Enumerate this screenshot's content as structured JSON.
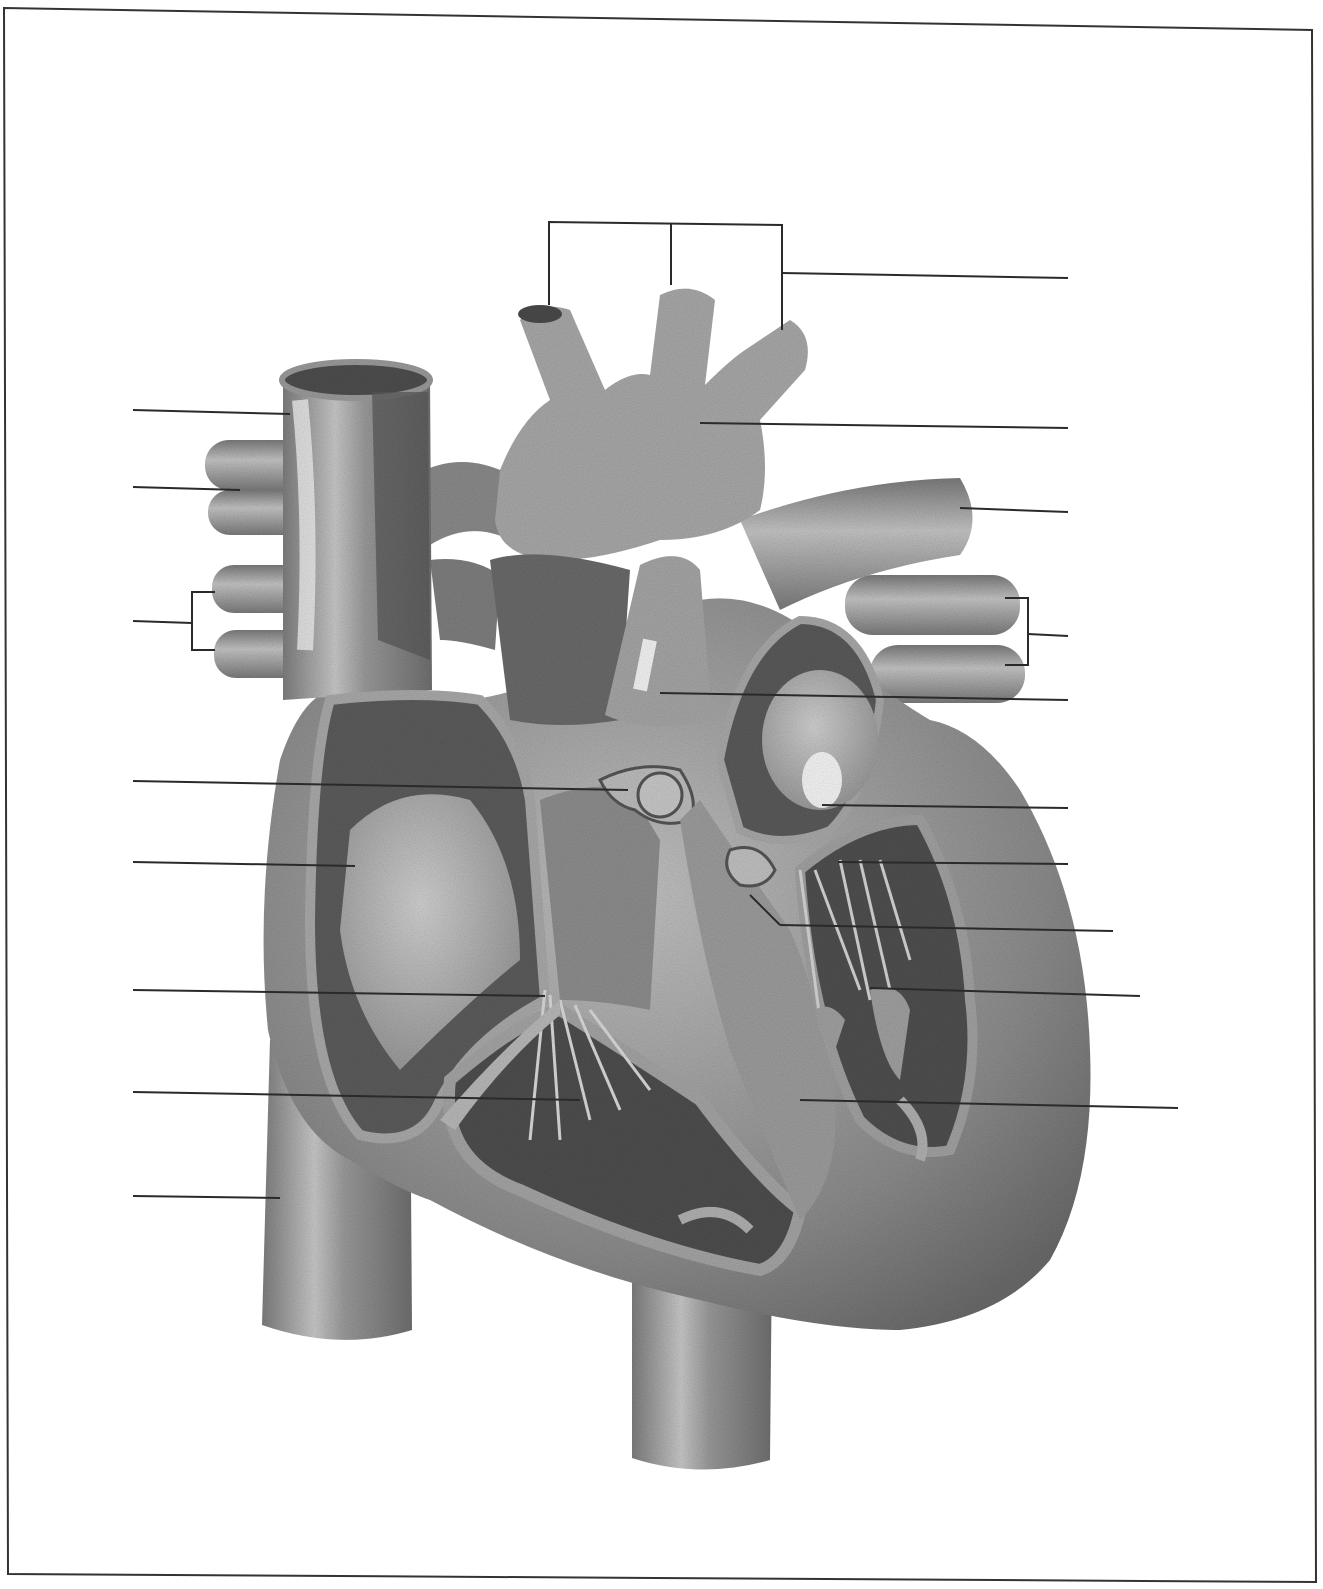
{
  "diagram": {
    "subject": "heart-cross-section",
    "labels_blank": true,
    "left_leaders": [
      {
        "id": "L1",
        "answer": ""
      },
      {
        "id": "L2",
        "answer": ""
      },
      {
        "id": "L3",
        "answer": ""
      },
      {
        "id": "L4",
        "answer": ""
      },
      {
        "id": "L5",
        "answer": ""
      },
      {
        "id": "L6",
        "answer": ""
      },
      {
        "id": "L7",
        "answer": ""
      },
      {
        "id": "L8",
        "answer": ""
      }
    ],
    "right_leaders": [
      {
        "id": "R1",
        "answer": ""
      },
      {
        "id": "R2",
        "answer": ""
      },
      {
        "id": "R3",
        "answer": ""
      },
      {
        "id": "R4",
        "answer": ""
      },
      {
        "id": "R5",
        "answer": ""
      },
      {
        "id": "R6",
        "answer": ""
      },
      {
        "id": "R7",
        "answer": ""
      },
      {
        "id": "R8",
        "answer": ""
      },
      {
        "id": "R9",
        "answer": ""
      },
      {
        "id": "R10",
        "answer": ""
      }
    ],
    "colors": {
      "ink": "#2a2a2a",
      "tissue_light": "#b9b9b9",
      "tissue_mid": "#8f8f8f",
      "cavity_dark": "#5e5e5e",
      "highlight": "#f2f2f2"
    }
  }
}
